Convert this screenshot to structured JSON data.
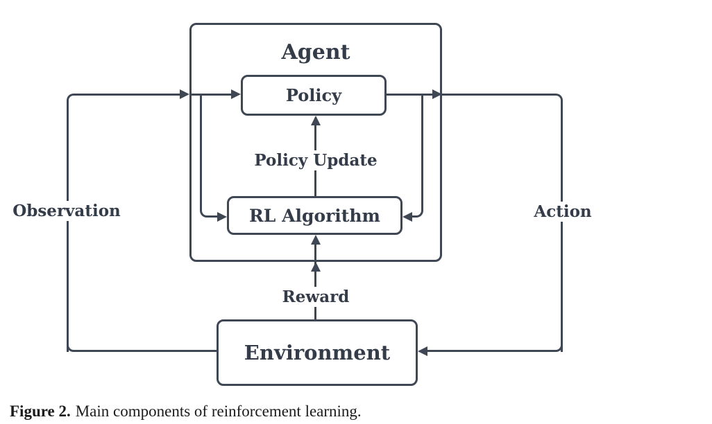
{
  "diagram": {
    "agent_label": "Agent",
    "policy_label": "Policy",
    "rl_algorithm_label": "RL Algorithm",
    "environment_label": "Environment",
    "edges": {
      "observation_label": "Observation",
      "action_label": "Action",
      "policy_update_label": "Policy Update",
      "reward_label": "Reward"
    }
  },
  "caption": {
    "prefix": "Figure 2.",
    "text": "Main components of reinforcement learning."
  },
  "colors": {
    "line": "#3f4754",
    "label_text": "#353c49",
    "caption_text": "#1b1b1b",
    "background": "#ffffff"
  }
}
